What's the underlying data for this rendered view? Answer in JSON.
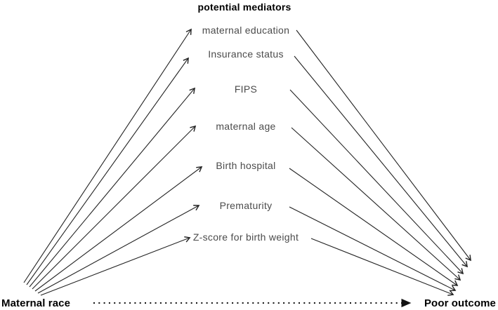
{
  "diagram": {
    "title": "potential mediators",
    "source": {
      "label": "Maternal race"
    },
    "target": {
      "label": "Poor outcome"
    },
    "mediators": [
      {
        "label": "maternal education"
      },
      {
        "label": "Insurance status"
      },
      {
        "label": "FIPS"
      },
      {
        "label": "maternal age"
      },
      {
        "label": "Birth hospital"
      },
      {
        "label": "Prematurity"
      },
      {
        "label": "Z-score for birth weight"
      }
    ],
    "direct_path": {
      "style": "dotted",
      "from": "Maternal race",
      "to": "Poor outcome"
    },
    "colors": {
      "line": "#222222",
      "mediator_text": "#4b4b4b",
      "emphasis_text": "#000000",
      "background": "#ffffff"
    }
  }
}
